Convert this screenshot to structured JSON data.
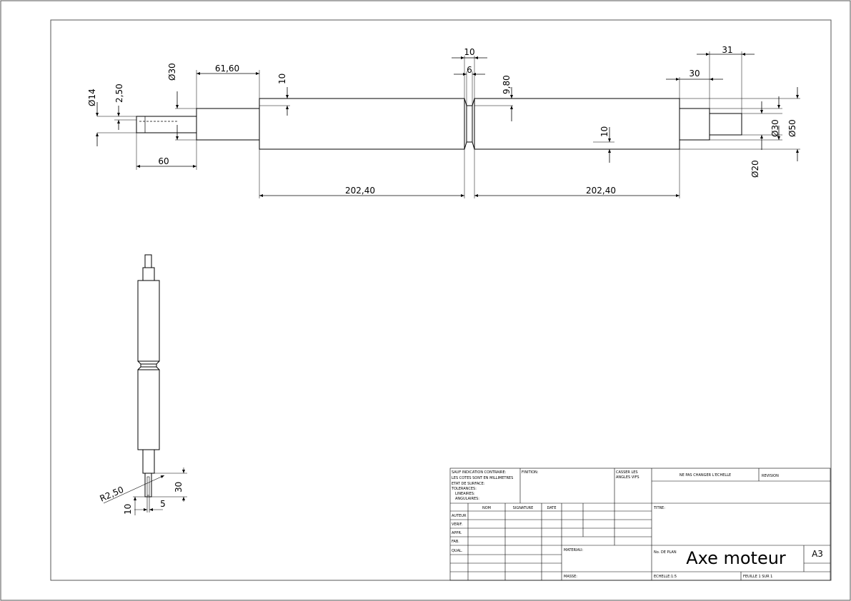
{
  "drawing": {
    "dims": {
      "d1": "10",
      "d2": "31",
      "d3": "6",
      "d4": "30",
      "d5": "61,60",
      "d6": "Ø30",
      "d7": "10",
      "d8": "9,80",
      "d9": "Ø14",
      "d10": "2,50",
      "d11": "10",
      "d12": "Ø30",
      "d13": "Ø50",
      "d14": "60",
      "d15": "Ø20",
      "d16": "202,40",
      "d17": "202,40",
      "d18": "R2,50",
      "d19": "30",
      "d20": "10",
      "d21": "5"
    }
  },
  "title_block": {
    "tolerances": [
      "SAUF INDICATION CONTRAIRE:",
      "LES COTES SONT EN MILLIMETRES",
      "ETAT DE SURFACE:",
      "TOLERANCES:",
      "LINEAIRES:",
      "ANGULAIRES:"
    ],
    "finition": "FINITION:",
    "casser": [
      "CASSER LES",
      "ANGLES VIFS"
    ],
    "ne_pas": "NE PAS CHANGER L'ECHELLE",
    "revision": "REVISION",
    "col_nom": "NOM",
    "col_signature": "SIGNATURE",
    "col_date": "DATE",
    "roles": [
      "AUTEUR",
      "VERIF.",
      "APPR.",
      "FAB.",
      "QUAL."
    ],
    "titre": "TITRE:",
    "materiau": "MATERIAU:",
    "no_plan": "No. DE PLAN",
    "title": "Axe moteur",
    "format": "A3",
    "masse": "MASSE:",
    "echelle": "ECHELLE:1:5",
    "feuille": "FEUILLE 1 SUR 1"
  }
}
